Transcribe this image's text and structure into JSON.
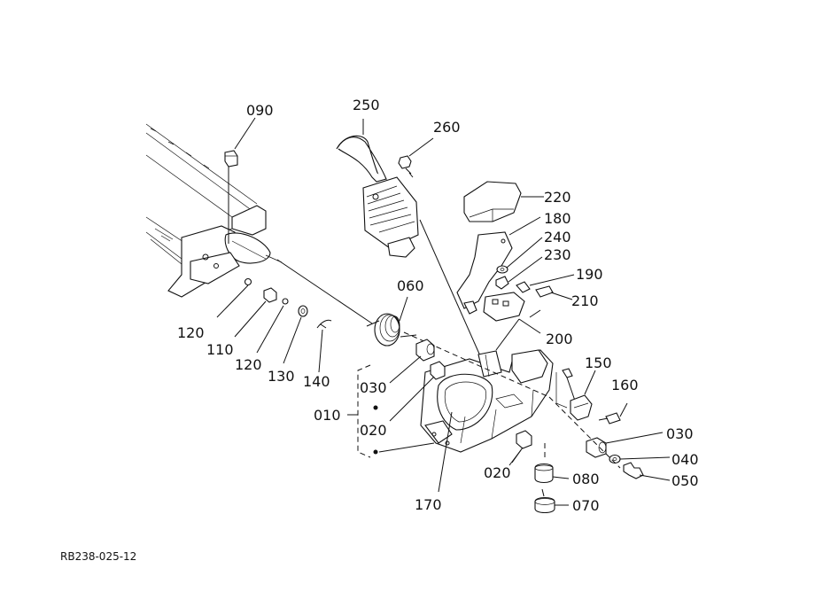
{
  "diagram": {
    "drawing_code": "RB238-025-12",
    "part_labels": {
      "p090": "090",
      "p250": "250",
      "p260": "260",
      "p220": "220",
      "p180": "180",
      "p240": "240",
      "p230": "230",
      "p190": "190",
      "p210": "210",
      "p060": "060",
      "p200": "200",
      "p120a": "120",
      "p110": "110",
      "p120b": "120",
      "p130": "130",
      "p140": "140",
      "p030a": "030",
      "p010": "010",
      "p020a": "020",
      "p150": "150",
      "p160": "160",
      "p030b": "030",
      "p040": "040",
      "p050": "050",
      "p020b": "020",
      "p080": "080",
      "p070": "070",
      "p170": "170"
    }
  }
}
